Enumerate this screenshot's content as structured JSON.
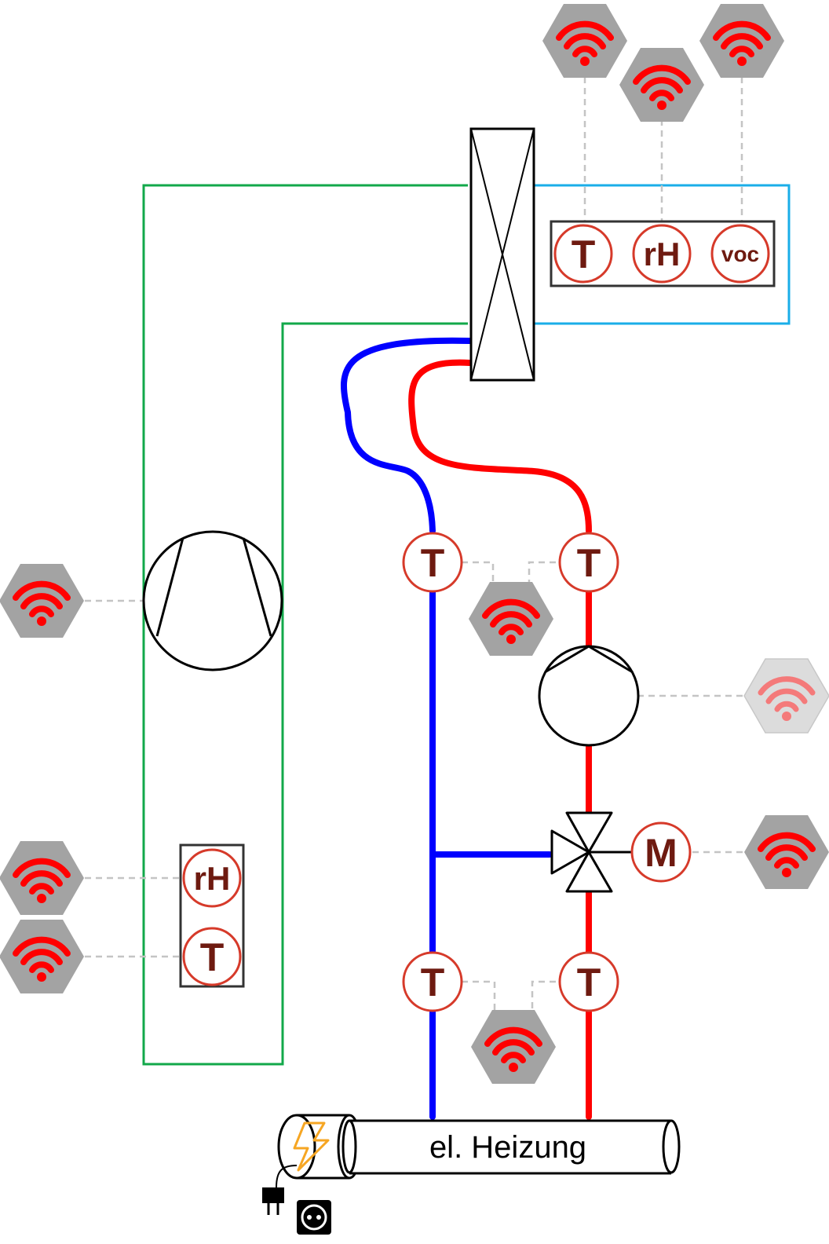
{
  "colors": {
    "supply": "#ff0000",
    "return": "#0000ff",
    "air_loop_green": "#12a84a",
    "air_loop_blue": "#1aaee8",
    "sensor_ring": "#d63a2a",
    "sensor_text": "#6e1a10",
    "wireless_hex": "#a3a3a3",
    "wireless_hex_dim": "#dcdcdc",
    "wireless_signal": "#ff0000",
    "link_dash": "#c4c4c4",
    "bolt": "#f6a623"
  },
  "icons": {
    "wireless": "wifi-icon",
    "power": "lightning-bolt-icon",
    "plug": "power-plug-icon",
    "socket": "wall-socket-icon"
  },
  "sensors": {
    "room_box": {
      "t": "T",
      "rh": "rH",
      "voc": "voc"
    },
    "supply_air_box": {
      "rh": "rH",
      "t": "T"
    },
    "return_top": "T",
    "supply_top": "T",
    "return_bottom": "T",
    "supply_bottom": "T",
    "valve_motor": "M"
  },
  "heater": {
    "label": "el. Heizung"
  }
}
